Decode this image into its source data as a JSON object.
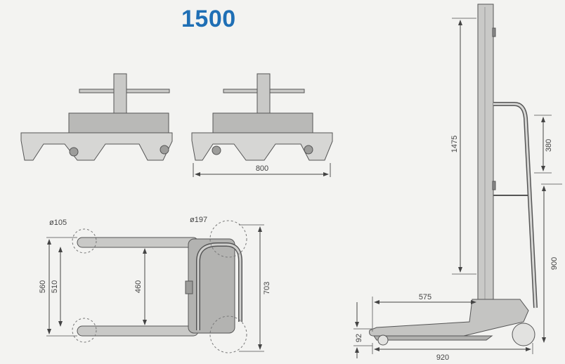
{
  "title": "1500",
  "colors": {
    "accent": "#1f6fb5",
    "body": "#c9c9c7",
    "body_dark": "#9d9d9b",
    "line": "#555555"
  },
  "dimensions": {
    "front_width": "800",
    "height_1475": "1475",
    "handle_380": "380",
    "height_900": "900",
    "reach_575": "575",
    "base_92": "92",
    "length_920": "920",
    "wheel_small": "ø105",
    "wheel_large": "ø197",
    "width_560": "560",
    "width_510": "510",
    "width_460": "460",
    "width_703": "703"
  }
}
